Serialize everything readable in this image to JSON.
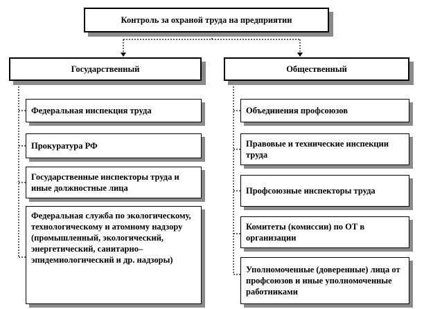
{
  "title": "Контроль за охраной труда на предприятии",
  "left": {
    "header": "Государственный",
    "items": [
      "Федеральная инспекция труда",
      "Прокуратура  РФ",
      "Государственные инспекторы труда и иные должностные лица",
      "Федеральная служба по экологическому, технологическому и атомному надзору (промышленный, экологический, энергетический, санитарно–эпидемиологический и др. надзоры)"
    ]
  },
  "right": {
    "header": "Общественный",
    "items": [
      "Объединения профсоюзов",
      "Правовые и технические инспекции труда",
      "Профсоюзные  инспекторы труда",
      "Комитеты (комиссии) по ОТ в организации",
      "Уполномоченные (доверенные) лица от профсоюзов и иные уполномоченные работниками"
    ]
  }
}
